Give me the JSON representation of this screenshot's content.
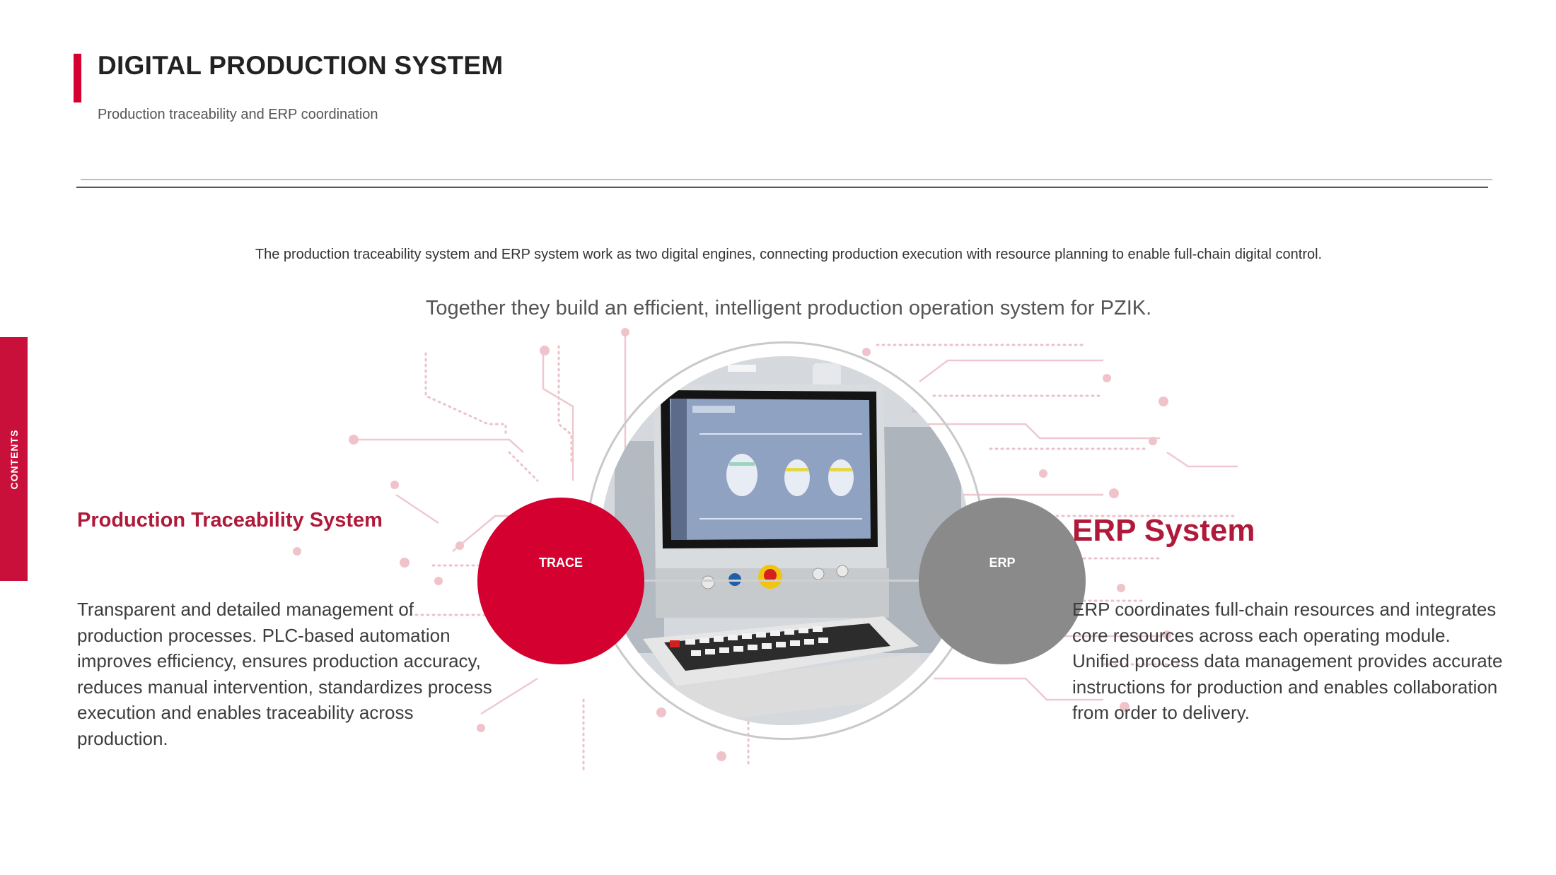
{
  "sidebar": {
    "tab_label": "CONTENTS"
  },
  "header": {
    "title": "DIGITAL PRODUCTION SYSTEM",
    "subtitle": "Production traceability and ERP coordination"
  },
  "intro": {
    "line1": "The production traceability system and ERP system work as two digital engines, connecting production execution with resource planning to enable full-chain digital control.",
    "line2": "Together they build an efficient, intelligent production operation system for PZIK."
  },
  "diagram": {
    "left_circle_label": "TRACE",
    "right_circle_label": "ERP",
    "colors": {
      "accent_red": "#d4002f",
      "grey": "#8a8a8a"
    }
  },
  "left_panel": {
    "heading": "Production Traceability System",
    "body": "Transparent and detailed management of production processes. PLC-based automation improves efficiency, ensures production accuracy, reduces manual intervention, standardizes process execution and enables traceability across production."
  },
  "right_panel": {
    "heading": "ERP System",
    "body": "ERP coordinates full-chain resources and integrates core resources across each operating module. Unified process data management provides accurate instructions for production and enables collaboration from order to delivery."
  }
}
